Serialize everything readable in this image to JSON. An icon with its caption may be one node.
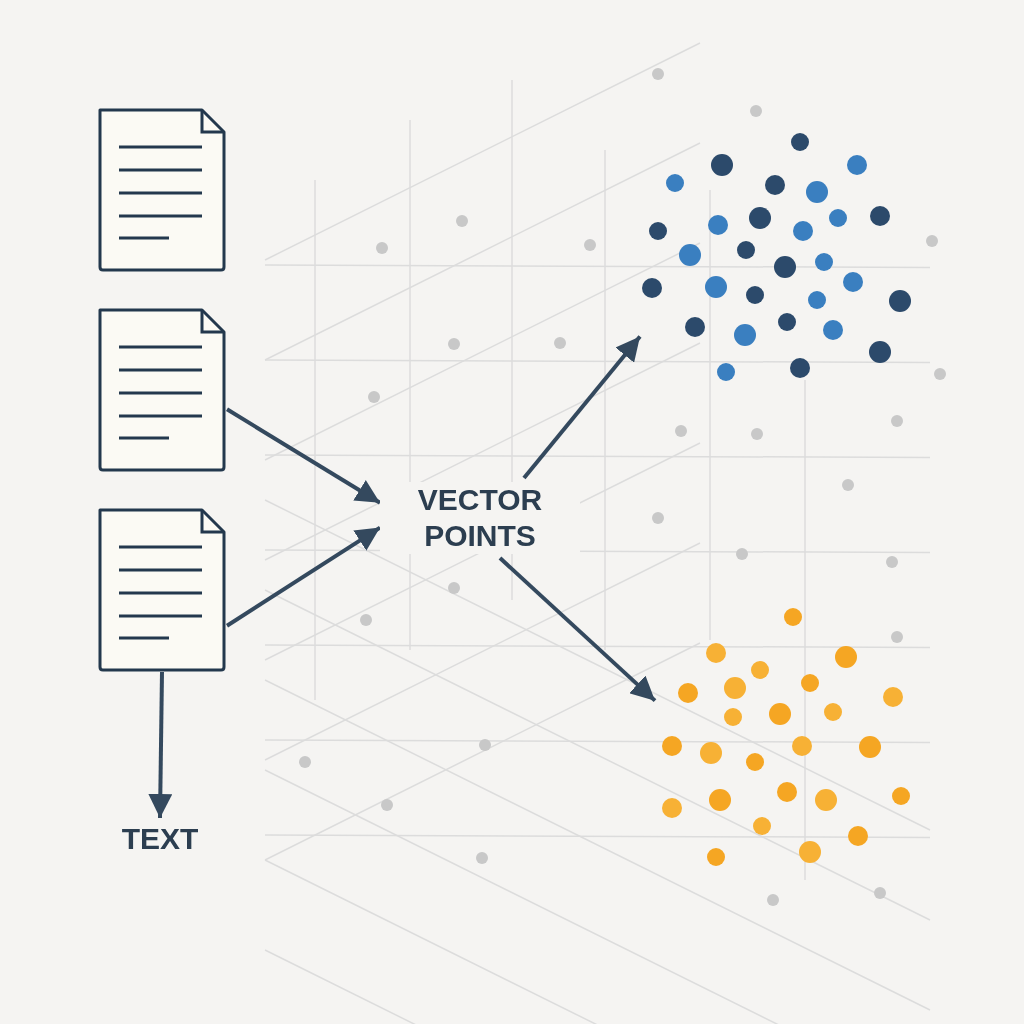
{
  "diagram": {
    "nodes": [
      {
        "text": [],
        "shape": "document"
      },
      {
        "text": [],
        "shape": "document"
      },
      {
        "text": [],
        "shape": "document"
      },
      {
        "text": [
          "VECTOR POINTS"
        ]
      },
      {
        "text": [],
        "shape": "picture"
      },
      {
        "text": [],
        "shape": "picture"
      },
      {
        "text": [
          "TEXT"
        ]
      }
    ],
    "edges": [
      {
        "from": 1,
        "to": 3,
        "arrow": "to"
      },
      {
        "from": 2,
        "to": 3,
        "arrow": "to"
      },
      {
        "from": 3,
        "to": 4,
        "arrow": "to"
      },
      {
        "from": 3,
        "to": 5,
        "arrow": "to"
      },
      {
        "from": 2,
        "to": 6,
        "arrow": "to"
      }
    ]
  }
}
